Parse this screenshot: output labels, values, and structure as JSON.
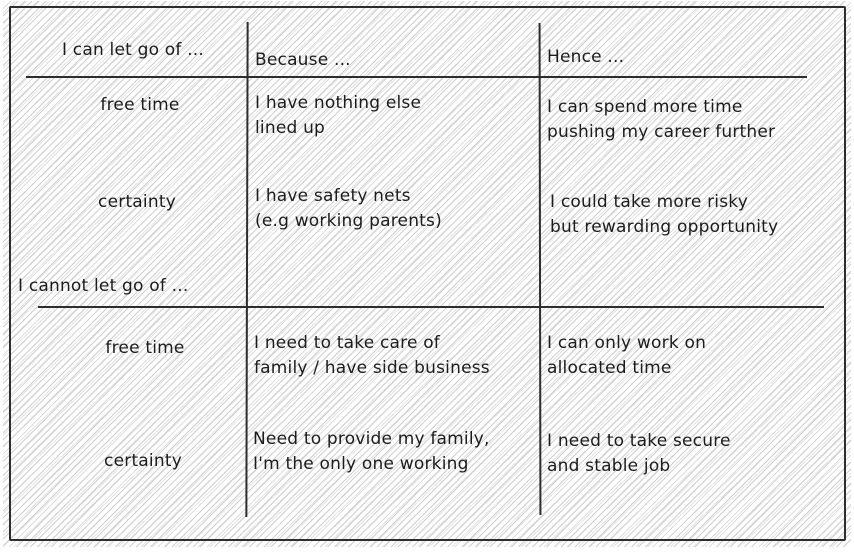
{
  "colors": {
    "paper": "#ffffff",
    "ink": "#1c1c1c",
    "line": "#2d2d2d",
    "hatch1": "#cfcfcf",
    "hatch2": "#e2e2e2"
  },
  "matrix": {
    "column_headers": [
      "Because ...",
      "Hence ..."
    ],
    "sections": [
      {
        "title": "I can let go of ...",
        "rows": [
          {
            "item": "free time",
            "because": "I have nothing else\nlined up",
            "hence": "I can spend more time\npushing my career further"
          },
          {
            "item": "certainty",
            "because": "I have safety nets\n(e.g working parents)",
            "hence": "I could take more risky\nbut rewarding opportunity"
          }
        ]
      },
      {
        "title": "I cannot let go of ...",
        "rows": [
          {
            "item": "free time",
            "because": "I need to take care of\nfamily / have side business",
            "hence": "I can only work on\nallocated time"
          },
          {
            "item": "certainty",
            "because": "Need to provide my family,\nI'm the only one working",
            "hence": "I need to take secure\nand stable job"
          }
        ]
      }
    ]
  }
}
